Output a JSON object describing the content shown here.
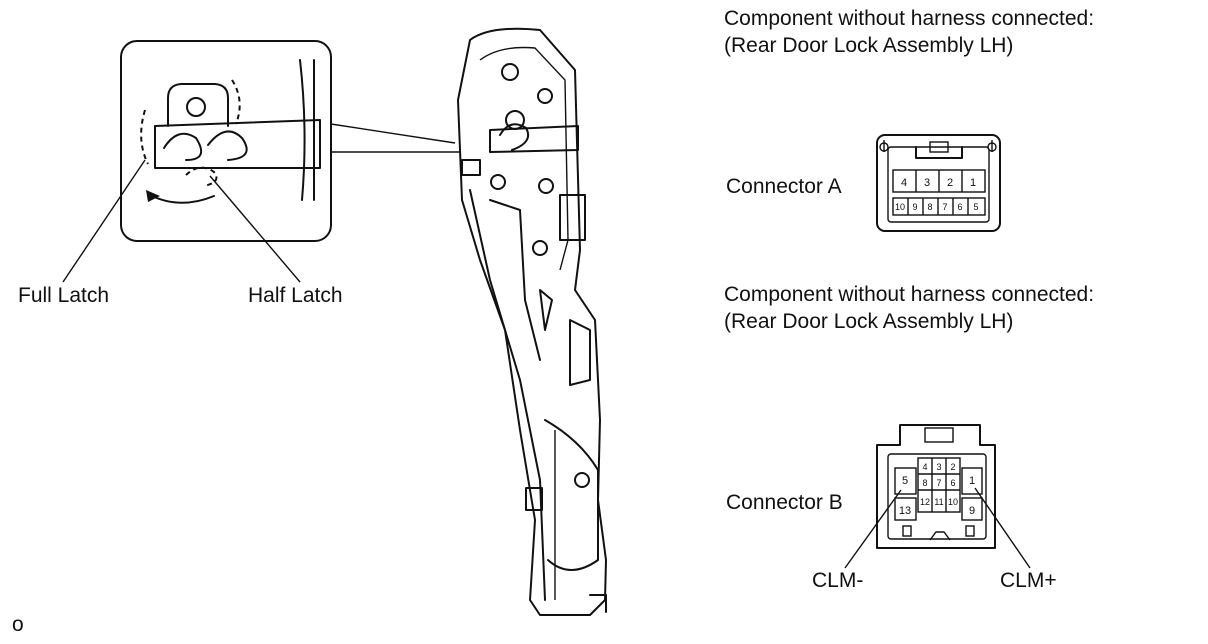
{
  "labels": {
    "full_latch": "Full Latch",
    "half_latch": "Half Latch",
    "corner_mark": "o"
  },
  "connector_a": {
    "heading_line1": "Component without harness connected:",
    "heading_line2": "(Rear Door Lock Assembly LH)",
    "name": "Connector A",
    "pins_top": [
      "4",
      "3",
      "2",
      "1"
    ],
    "pins_bottom": [
      "10",
      "9",
      "8",
      "7",
      "6",
      "5"
    ]
  },
  "connector_b": {
    "heading_line1": "Component without harness connected:",
    "heading_line2": "(Rear Door Lock Assembly LH)",
    "name": "Connector B",
    "pins_row1": [
      "4",
      "3",
      "2"
    ],
    "pins_row2": [
      "8",
      "7",
      "6"
    ],
    "pins_row3": [
      "12",
      "11",
      "10"
    ],
    "pin_left_top": "5",
    "pin_left_bottom": "13",
    "pin_right_top": "1",
    "pin_right_bottom": "9",
    "callout_left": "CLM-",
    "callout_right": "CLM+"
  }
}
